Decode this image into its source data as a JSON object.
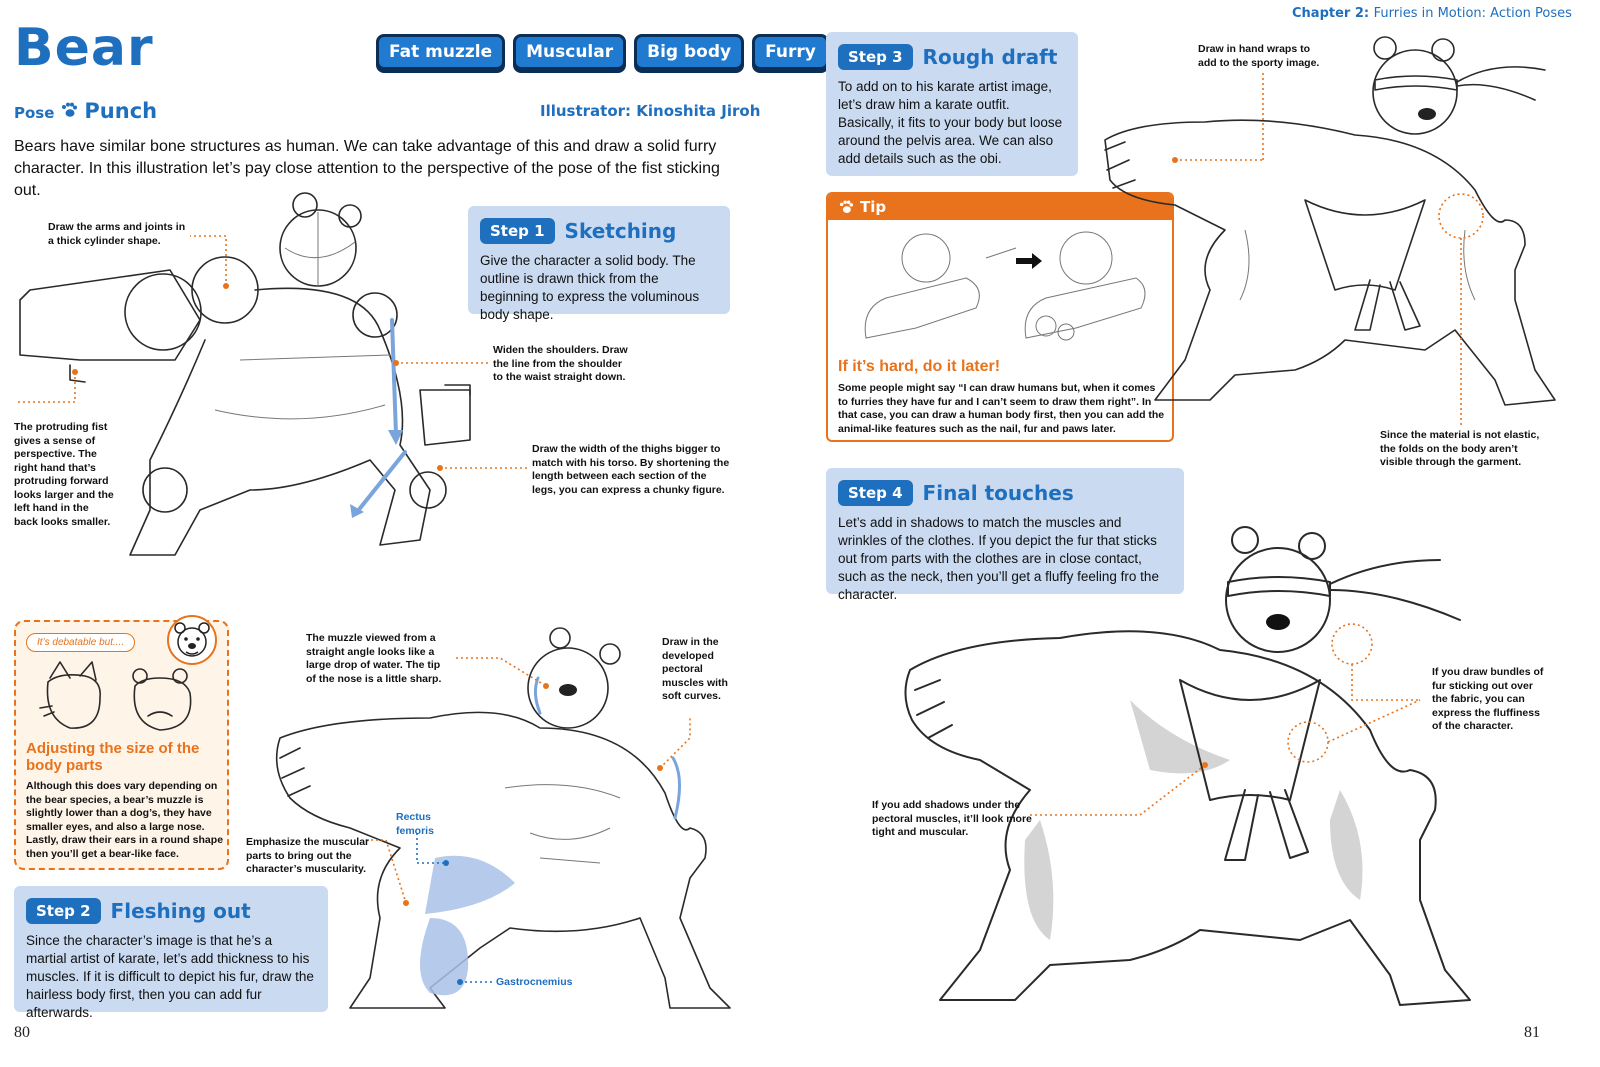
{
  "header": {
    "title": "Bear",
    "tags": [
      "Fat muzzle",
      "Muscular",
      "Big body",
      "Furry"
    ],
    "pose_label": "Pose",
    "pose_name": "Punch",
    "illustrator": "Illustrator: Kinoshita Jiroh",
    "chapter_prefix": "Chapter 2:",
    "chapter_title": "Furries in Motion: Action Poses"
  },
  "intro": "Bears have similar bone structures as human. We can take advantage of this and draw a solid furry character. In this illustration let’s pay close attention to the perspective of the pose of the fist sticking out.",
  "steps": [
    {
      "badge": "Step 1",
      "title": "Sketching",
      "body": "Give the character a solid body. The outline is drawn thick from the beginning to express the voluminous body shape."
    },
    {
      "badge": "Step 2",
      "title": "Fleshing out",
      "body": "Since the character’s image is that he’s a martial artist of karate, let’s add thickness to his muscles. If it is difficult to depict his fur, draw the hairless body first, then you can add fur afterwards."
    },
    {
      "badge": "Step 3",
      "title": "Rough draft",
      "body": "To add on to his karate artist image, let’s draw him a karate outfit. Basically, it fits to your body but loose around the pelvis area. We can also add details such as the obi."
    },
    {
      "badge": "Step 4",
      "title": "Final touches",
      "body": "Let’s add in shadows to match the muscles and wrinkles of the clothes. If you depict the fur that sticks out from parts with the clothes are in close contact, such as the neck, then you’ll get a fluffy feeling fro the character."
    }
  ],
  "notes": {
    "arms": "Draw the arms and joints in a thick cylinder shape.",
    "shoulders": "Widen the shoulders. Draw the line from the shoulder to the waist straight down.",
    "fist": "The protruding fist gives a sense of perspective. The right hand that’s protruding forward looks larger and the left hand in the back looks smaller.",
    "thighs": "Draw the width of the thighs bigger to match with his torso. By shortening the length between each section of the legs, you can express a chunky figure.",
    "muzzle": "The muzzle viewed from a straight angle looks like a large drop of water. The tip of the nose is a little sharp.",
    "pectoral": "Draw in the developed pectoral muscles with soft curves.",
    "emphasize": "Emphasize the muscular parts to bring out the character’s muscularity.",
    "rectus": "Rectus femoris",
    "gastro": "Gastrocnemius",
    "wraps": "Draw in hand wraps to add to the sporty image.",
    "material": "Since the material is not elastic, the folds on the body aren’t visible through the garment.",
    "bundles": "If you draw bundles of fur sticking out over the fabric, you can express the fluffiness of the character.",
    "shadows": "If you add shadows under the pectoral muscles, it’ll look more tight and muscular."
  },
  "debate": {
    "bubble": "It’s debatable but....",
    "title": "Adjusting the size of the body parts",
    "body": "Although this does vary depending on the bear species, a bear’s muzzle is slightly lower than a dog’s, they have smaller eyes, and also a large nose. Lastly, draw their ears in a round shape then you’ll get a bear-like face."
  },
  "tip": {
    "label": "Tip",
    "title": "If it’s hard, do it later!",
    "body": "Some people might say “I can draw humans but, when it comes to furries they have fur and I can’t seem to draw them right”. In that case, you can draw a human body first, then you can add the animal-like features such as the nail, fur and paws later."
  },
  "pages": {
    "left": "80",
    "right": "81"
  },
  "colors": {
    "brand_blue": "#1f6fbf",
    "accent_orange": "#e8731c",
    "step_bg": "#c9daf1"
  }
}
